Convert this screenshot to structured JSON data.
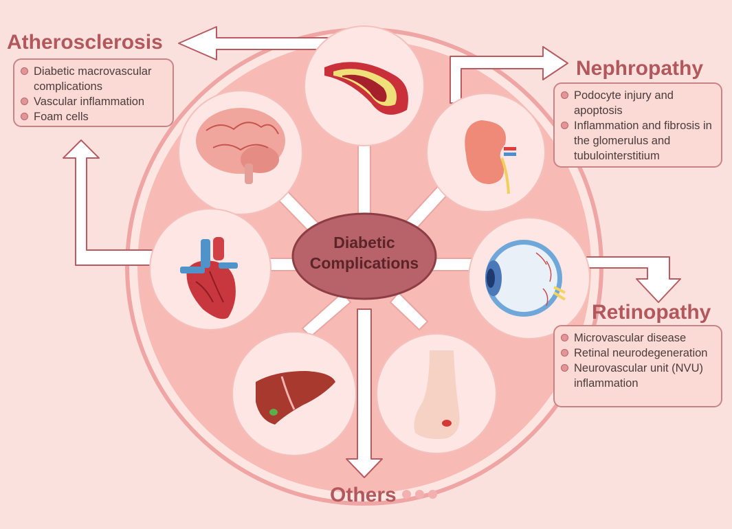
{
  "center": {
    "line1": "Diabetic",
    "line2": "Complications"
  },
  "atherosclerosis": {
    "title": "Atherosclerosis",
    "items": [
      "Diabetic macrovascular complications",
      "Vascular inflammation",
      "Foam cells"
    ]
  },
  "nephropathy": {
    "title": "Nephropathy",
    "items": [
      "Podocyte injury and apoptosis",
      "Inflammation and fibrosis in the glomerulus and tubulointerstitium"
    ]
  },
  "retinopathy": {
    "title": "Retinopathy",
    "items": [
      "Microvascular disease",
      "Retinal neurodegeneration",
      "Neurovascular unit (NVU) inflammation"
    ]
  },
  "others": {
    "title": "Others"
  },
  "organs": [
    "artery-icon",
    "brain-icon",
    "kidney-icon",
    "heart-icon",
    "eye-icon",
    "liver-icon",
    "foot-icon"
  ],
  "colors": {
    "title": "#b2575c",
    "big_circle": "#f7bab5",
    "center": "#b8636a",
    "box_bg": "#fbd9d4"
  }
}
